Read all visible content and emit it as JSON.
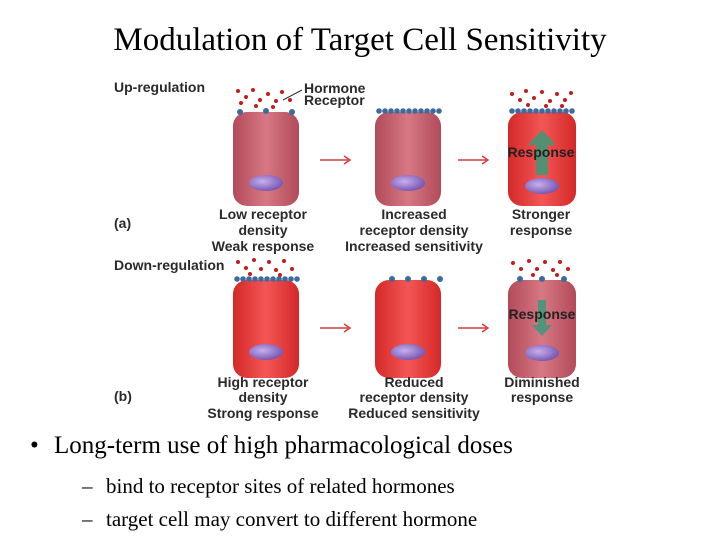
{
  "slide": {
    "title": "Modulation of Target Cell Sensitivity"
  },
  "diagram": {
    "upregulation_label": "Up-regulation",
    "downregulation_label": "Down-regulation",
    "hormone_label": "Hormone",
    "receptor_label": "Receptor",
    "panel_a": "(a)",
    "panel_b": "(b)",
    "response_label": "Response",
    "up_captions": [
      [
        "Low receptor",
        "density",
        "Weak response"
      ],
      [
        "Increased",
        "receptor density",
        "Increased sensitivity"
      ],
      [
        "Stronger",
        "response"
      ]
    ],
    "down_captions": [
      [
        "High receptor",
        "density",
        "Strong response"
      ],
      [
        "Reduced",
        "receptor density",
        "Reduced sensitivity"
      ],
      [
        "Diminished",
        "response"
      ]
    ]
  },
  "bullets": {
    "main": "Long-term use of high pharmacological doses",
    "subs": [
      "bind to receptor sites of related hormones",
      "target cell may convert to different hormone"
    ]
  },
  "colors": {
    "cell_pale": "#c85a68",
    "cell_red": "#e63a3a",
    "nucleus": "#8a68c0",
    "receptor": "#3e6a9c",
    "hormone": "#c21d1d",
    "arrow": "#d23c3c",
    "response_arrow": "#3a9a78"
  }
}
